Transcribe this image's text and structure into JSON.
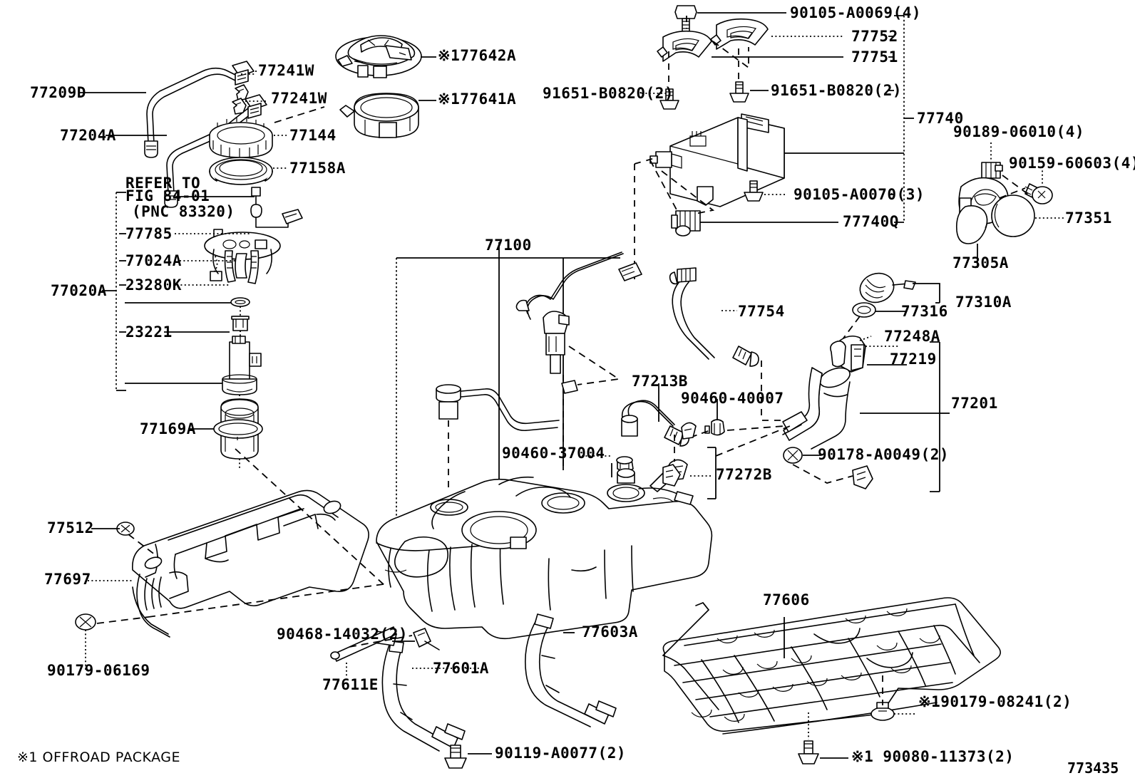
{
  "diagram": {
    "figure_number": "773435",
    "footnote": "※1 OFFROAD PACKAGE",
    "reference_note_line1": "REFER TO",
    "reference_note_line2": "FIG 84-01",
    "reference_note_line3": "(PNC 83320)"
  },
  "labels": {
    "l_77209D": "77209D",
    "l_77204A": "77204A",
    "l_77241W_top": "77241W",
    "l_77241W_bottom": "77241W",
    "l_177642A": "※177642A",
    "l_177641A": "※177641A",
    "l_77144": "77144",
    "l_77158A": "77158A",
    "l_77785": "77785",
    "l_77024A": "77024A",
    "l_23280K": "23280K",
    "l_23221": "23221",
    "l_77020A": "77020A",
    "l_77169A": "77169A",
    "l_90105_A0069": "90105-A0069(4)",
    "l_77752": "77752",
    "l_77751": "77751",
    "l_91651_left": "91651-B0820(2)",
    "l_91651_right": "91651-B0820(2)",
    "l_77740": "77740",
    "l_90105_A0070": "90105-A0070(3)",
    "l_77740Q": "77740Q",
    "l_90189_06010": "90189-06010(4)",
    "l_90159_60603": "90159-60603(4)",
    "l_77351": "77351",
    "l_77305A": "77305A",
    "l_77100": "77100",
    "l_77754": "77754",
    "l_77310A": "77310A",
    "l_77316": "77316",
    "l_77248A": "77248A",
    "l_77219": "77219",
    "l_77201": "77201",
    "l_77213B": "77213B",
    "l_90460_40007": "90460-40007",
    "l_90460_37004": "90460-37004",
    "l_77272B": "77272B",
    "l_90178_A0049": "90178-A0049(2)",
    "l_77512": "77512",
    "l_77697": "77697",
    "l_90179_06169": "90179-06169",
    "l_90468_14032": "90468-14032(2)",
    "l_77611E": "77611E",
    "l_77601A": "77601A",
    "l_77603A": "77603A",
    "l_90119_A0077": "90119-A0077(2)",
    "l_77606": "77606",
    "l_90179_08241": "※190179-08241(2)",
    "l_90080_11373": "※1 90080-11373(2)"
  }
}
